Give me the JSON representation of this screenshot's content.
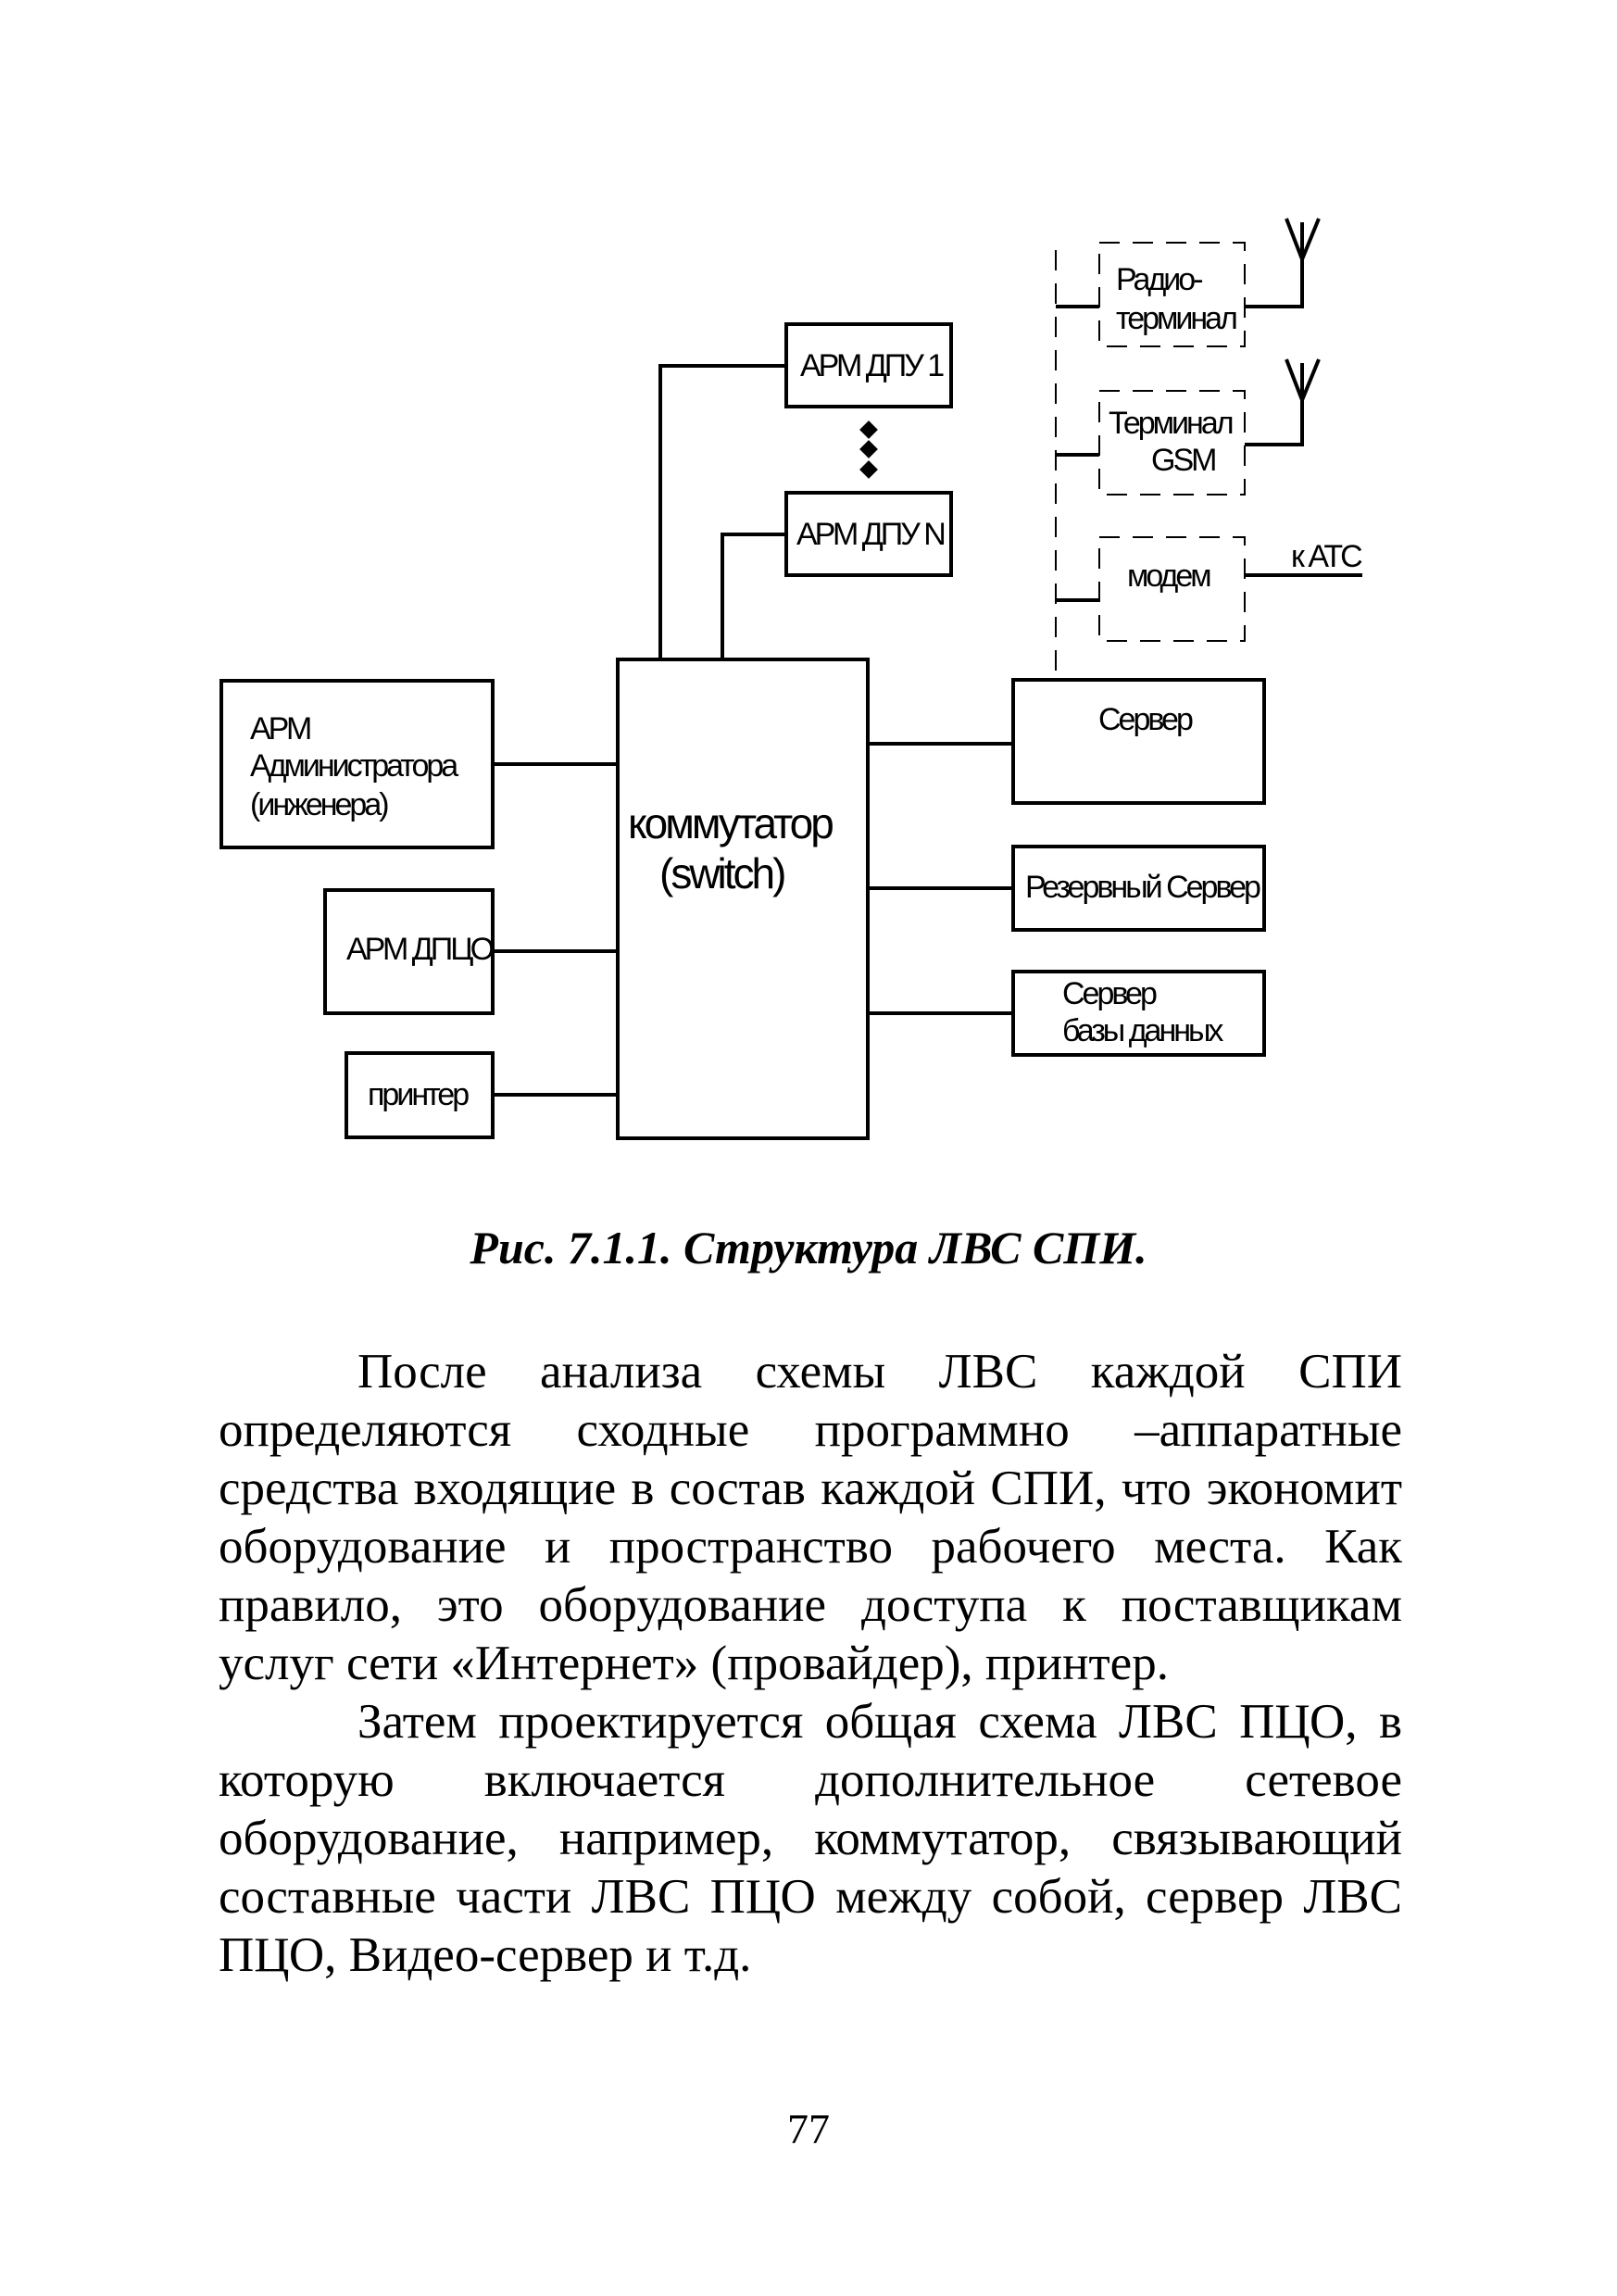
{
  "diagram": {
    "labels": {
      "radio_line1": "Радио-",
      "radio_line2": "терминал",
      "arm_dpu_1": "АРМ ДПУ 1",
      "arm_dpu_n": "АРМ ДПУ N",
      "gsm_line1": "Терминал",
      "gsm_line2": "GSM",
      "modem": "модем",
      "k_atc": "к АТС",
      "arm_admin_line1": "АРМ",
      "arm_admin_line2": "Администратора",
      "arm_admin_line3": "(инженера)",
      "switch_line1": "коммутатор",
      "switch_line2": "(switch)",
      "arm_dpco": "АРМ ДПЦО",
      "printer": "принтер",
      "server": "Сервер",
      "reserve_server": "Резервный Сервер",
      "db_server_line1": "Сервер",
      "db_server_line2": "базы данных"
    }
  },
  "caption": "Рис. 7.1.1. Структура ЛВС СПИ.",
  "paragraphs": [
    "После анализа схемы ЛВС каждой СПИ определяются сходные программно –аппаратные средства входящие в состав каждой СПИ, что экономит оборудование и пространство рабочего места. Как правило, это оборудование доступа к поставщикам услуг сети «Интернет» (провайдер), принтер.",
    "Затем проектируется общая схема ЛВС ПЦО, в которую включается дополнительное сетевое оборудование, например, коммутатор, связывающий составные части ЛВС ПЦО между собой, сервер ЛВС ПЦО, Видео-сервер и т.д."
  ],
  "page_number": "77"
}
